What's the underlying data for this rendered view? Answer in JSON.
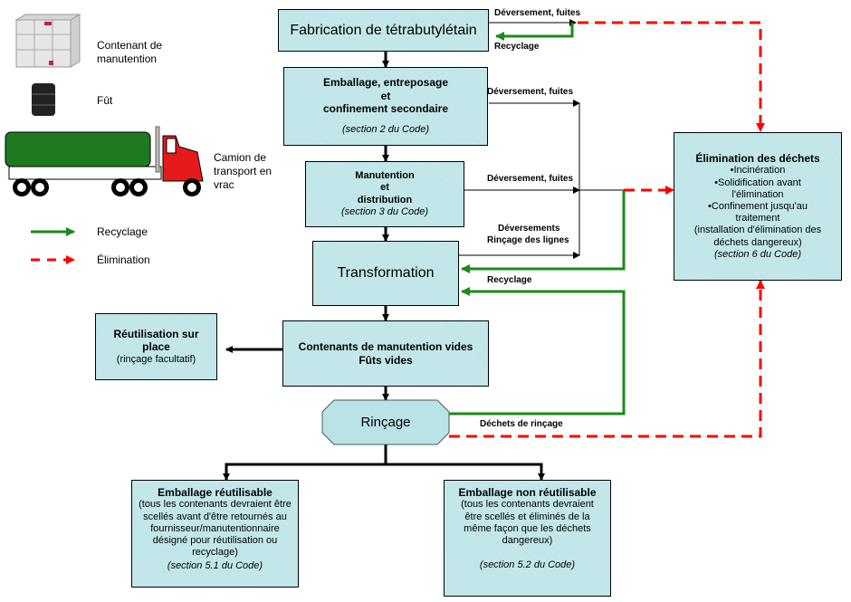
{
  "legend": {
    "ibc_label": "Contenant de manutention",
    "drum_label": "Fût",
    "truck_label": "Camion de transport en vrac",
    "recycle_label": "Recyclage",
    "disposal_label": "Élimination"
  },
  "colors": {
    "box_fill": "#b9e3e6",
    "recycle": "#1a8a1a",
    "disposal": "#ff0000",
    "flow": "#000000"
  },
  "nodes": {
    "fabrication": {
      "title": "Fabrication de tétrabutylétain"
    },
    "emballage": {
      "line1": "Emballage, entreposage",
      "line2": "et",
      "line3": "confinement secondaire",
      "section": "(section 2 du Code)"
    },
    "manutention": {
      "line1": "Manutention",
      "line2": "et",
      "line3": "distribution",
      "section": "(section 3 du Code)"
    },
    "transformation": {
      "title": "Transformation"
    },
    "contenants_vides": {
      "line1": "Contenants de manutention vides",
      "line2": "Fûts vides"
    },
    "reutilisation": {
      "line1": "Réutilisation sur",
      "line2": "place",
      "note": "(rinçage facultatif)"
    },
    "rincage": {
      "title": "Rinçage"
    },
    "elimination": {
      "title": "Élimination des déchets",
      "items": [
        "•Incinération",
        "•Solidification avant l'élimination",
        "•Confinement jusqu'au traitement"
      ],
      "note": "(installation d'élimination des déchets dangereux)",
      "section": "(section 6 du Code)"
    },
    "reutilisable": {
      "title": "Emballage réutilisable",
      "body": "(tous les contenants devraient être scellés avant d'être retournés au fournisseur/manutentionnaire désigné pour réutilisation ou recyclage)",
      "section": "(section 5.1 du Code)"
    },
    "non_reutilisable": {
      "title": "Emballage non réutilisable",
      "body": "(tous les contenants devraient être scellés et éliminés de la même façon que les déchets dangereux)",
      "section": "(section 5.2 du Code)"
    }
  },
  "edge_labels": {
    "fab_spill": "Déversement, fuites",
    "fab_recycle": "Recyclage",
    "emb_spill": "Déversement, fuites",
    "man_spill": "Déversement, fuites",
    "trans_spill_1": "Déversements",
    "trans_spill_2": "Rinçage des lignes",
    "trans_recycle": "Recyclage",
    "rinse_waste": "Déchets de rinçage"
  }
}
